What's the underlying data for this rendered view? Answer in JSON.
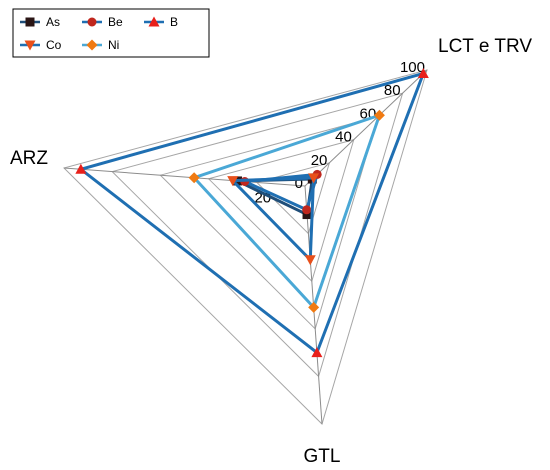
{
  "chart_data": {
    "type": "radar",
    "axes": [
      "LCT e TRV",
      "ARZ",
      "GTL"
    ],
    "rlim": [
      0,
      100
    ],
    "ticks": [
      0,
      20,
      40,
      60,
      80,
      100
    ],
    "tick_labels": [
      "0",
      "20",
      "40",
      "60",
      "80",
      "100"
    ],
    "grid": true,
    "legend_position": "top-left",
    "series": [
      {
        "name": "As",
        "values": [
          6,
          28,
          12
        ],
        "color": "#1f4e79",
        "marker": "square",
        "marker_color": "#2a1515"
      },
      {
        "name": "Be",
        "values": [
          10,
          25,
          10
        ],
        "color": "#1f6fb2",
        "marker": "circle",
        "marker_color": "#c0271e"
      },
      {
        "name": "B",
        "values": [
          97,
          93,
          70
        ],
        "color": "#1f6fb2",
        "marker": "triangle-up",
        "marker_color": "#e8201b"
      },
      {
        "name": "Co",
        "values": [
          7,
          30,
          31
        ],
        "color": "#1f6fb2",
        "marker": "triangle-down",
        "marker_color": "#e8501b"
      },
      {
        "name": "Ni",
        "values": [
          61,
          46,
          51
        ],
        "color": "#4aa8d6",
        "marker": "diamond",
        "marker_color": "#f07a12"
      }
    ]
  }
}
